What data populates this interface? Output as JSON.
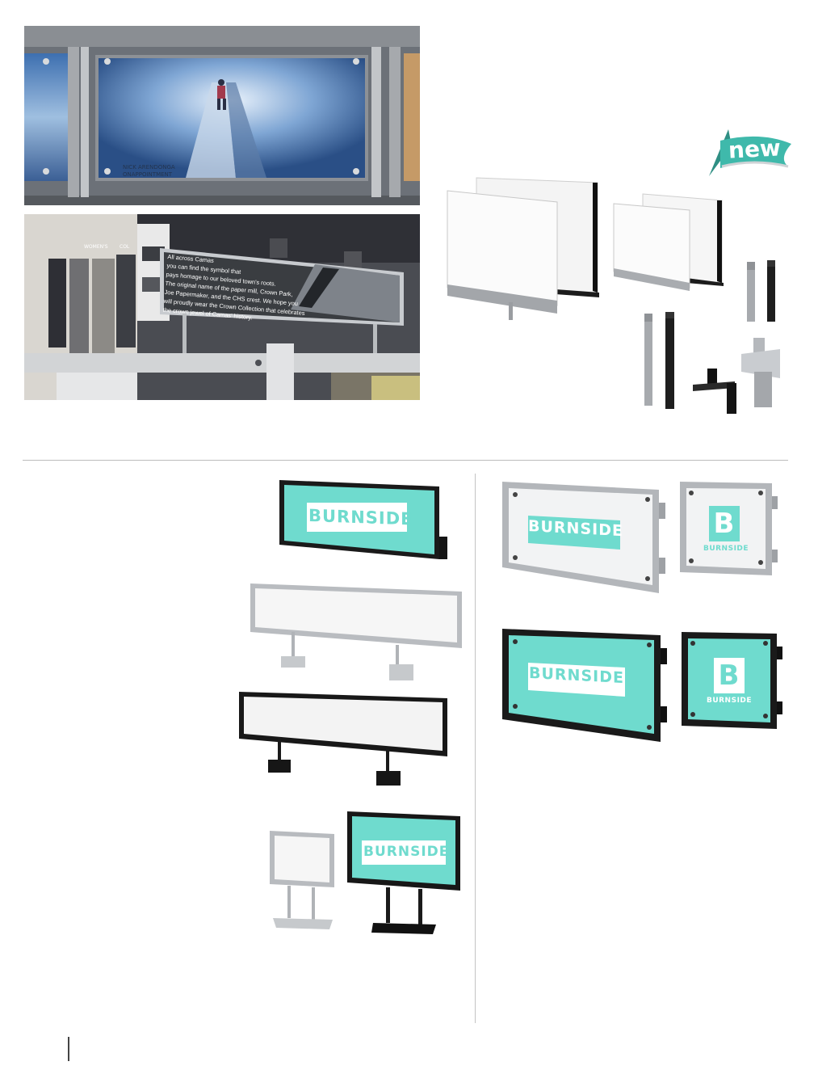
{
  "badge": {
    "label": "new",
    "color": "#3fb9ab"
  },
  "photo_top": {
    "caption_line1": "NICK ARENDONGA",
    "caption_line2": "ONAPPOINTMENT"
  },
  "photo_store": {
    "sign_lines": [
      "All across Camas",
      "you can find the symbol that",
      "pays homage to our beloved town's roots.",
      "The original name of the paper mill, Crown Park,",
      "Joe Papermaker, and the CHS crest. We hope you",
      "will proudly wear the Crown Collection that celebrates",
      "the crown jewel of Camas' history."
    ],
    "side_label_1": "WOMEN'S",
    "side_label_2": "COL"
  },
  "brand": {
    "wordmark": "BURNSIDE",
    "monogram": "B",
    "teal": "#6fdbce",
    "silver": "#b8bcc0",
    "black": "#1c1c1c"
  }
}
